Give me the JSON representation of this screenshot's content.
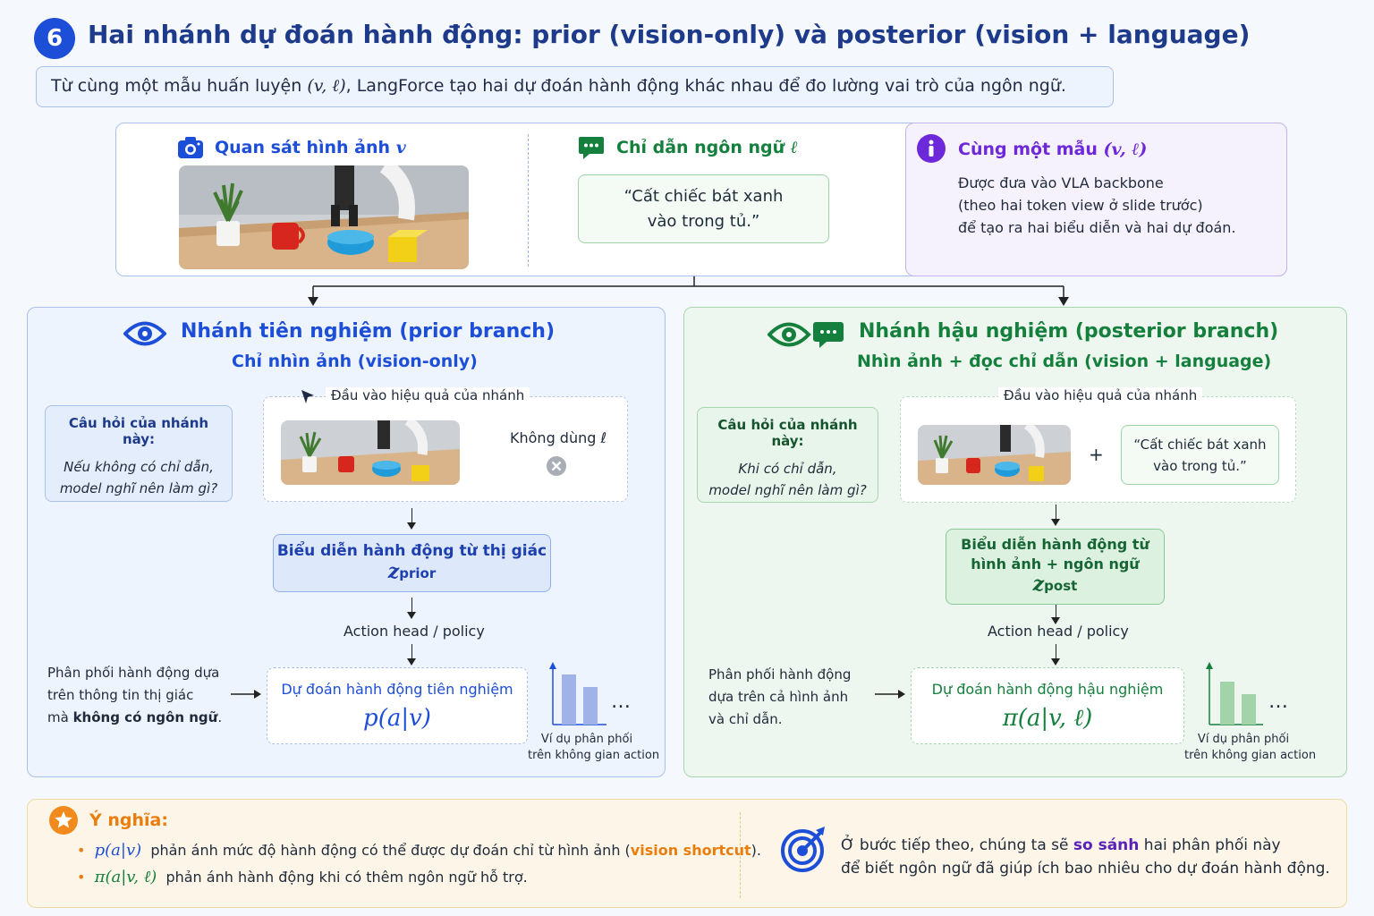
{
  "header": {
    "step_number": "6",
    "title": "Hai nhánh dự đoán hành động: prior (vision-only) và posterior (vision + language)",
    "subtitle_prefix": "Từ cùng một mẫu huấn luyện ",
    "subtitle_formula": "(v, ℓ)",
    "subtitle_suffix": ", LangForce tạo hai dự đoán hành động khác nhau để đo lường vai trò của ngôn ngữ."
  },
  "inputs": {
    "observation_title": "Quan sát hình ảnh",
    "observation_symbol": "v",
    "instruction_title": "Chỉ dẫn ngôn ngữ",
    "instruction_symbol": "ℓ",
    "instruction_text_line1": "“Cất chiếc bát xanh",
    "instruction_text_line2": "vào trong tủ.”",
    "same_sample_title": "Cùng một mẫu",
    "same_sample_symbol": "(v, ℓ)",
    "same_sample_line1": "Được đưa vào VLA backbone",
    "same_sample_line2": "(theo hai token view ở slide trước)",
    "same_sample_line3": "để tạo ra hai biểu diễn và hai dự đoán."
  },
  "prior_branch": {
    "title": "Nhánh tiên nghiệm (prior branch)",
    "subtitle": "Chỉ nhìn ảnh (vision-only)",
    "question_head": "Câu hỏi của nhánh này:",
    "question_line1": "Nếu không có chỉ dẫn,",
    "question_line2": "model nghĩ nên làm gì?",
    "effective_input_label": "Đầu vào hiệu quả của nhánh",
    "no_language_label": "Không dùng ℓ",
    "representation_label": "Biểu diễn hành động từ thị giác",
    "z_symbol": "z",
    "z_sub": "prior",
    "action_head_label": "Action head / policy",
    "distribution_line1": "Phân phối hành động dựa",
    "distribution_line2": "trên thông tin thị giác",
    "distribution_line3_prefix": "mà ",
    "distribution_line3_bold": "không có ngôn ngữ",
    "distribution_line3_suffix": ".",
    "prediction_title": "Dự đoán hành động tiên nghiệm",
    "prediction_formula": "p(a|v)",
    "chart_caption_line1": "Ví dụ phân phối",
    "chart_caption_line2": "trên không gian action",
    "ellipsis": "…"
  },
  "posterior_branch": {
    "title": "Nhánh hậu nghiệm (posterior branch)",
    "subtitle": "Nhìn ảnh + đọc chỉ dẫn (vision + language)",
    "question_head": "Câu hỏi của nhánh này:",
    "question_line1": "Khi có chỉ dẫn,",
    "question_line2": "model nghĩ nên làm gì?",
    "effective_input_label": "Đầu vào hiệu quả của nhánh",
    "plus": "+",
    "instruction_line1": "“Cất chiếc bát xanh",
    "instruction_line2": "vào trong tủ.”",
    "representation_line1": "Biểu diễn hành động từ",
    "representation_line2": "hình ảnh + ngôn ngữ",
    "z_symbol": "z",
    "z_sub": "post",
    "action_head_label": "Action head / policy",
    "distribution_line1": "Phân phối hành động",
    "distribution_line2": "dựa trên cả hình ảnh",
    "distribution_line3": "và chỉ dẫn.",
    "prediction_title": "Dự đoán hành động hậu nghiệm",
    "prediction_formula": "π(a|v, ℓ)",
    "chart_caption_line1": "Ví dụ phân phối",
    "chart_caption_line2": "trên không gian action",
    "ellipsis": "…"
  },
  "meaning": {
    "title": "Ý nghĩa:",
    "bullet1_formula": "p(a|v)",
    "bullet1_text": "phản ánh mức độ hành động có thể được dự đoán chỉ từ hình ảnh (",
    "bullet1_highlight": "vision shortcut",
    "bullet1_end": ").",
    "bullet2_formula": "π(a|v, ℓ)",
    "bullet2_text": "phản ánh hành động khi có thêm ngôn ngữ hỗ trợ.",
    "next_line1_prefix": "Ở bước tiếp theo, chúng ta sẽ ",
    "next_line1_bold": "so sánh",
    "next_line1_suffix": " hai phân phối này",
    "next_line2": "để biết ngôn ngữ đã giúp ích bao nhiêu cho dự đoán hành động."
  },
  "colors": {
    "blue": "#1d4ed8",
    "green": "#15803d",
    "purple": "#6d28d9",
    "orange": "#ea7d0c"
  },
  "icons": {
    "observation": "camera-icon",
    "instruction": "chat-icon",
    "same_sample": "info-icon",
    "prior": "eye-icon",
    "posterior": "eye-chat-icon",
    "meaning": "star-icon",
    "next": "target-icon",
    "no_language": "x-circle-icon"
  }
}
